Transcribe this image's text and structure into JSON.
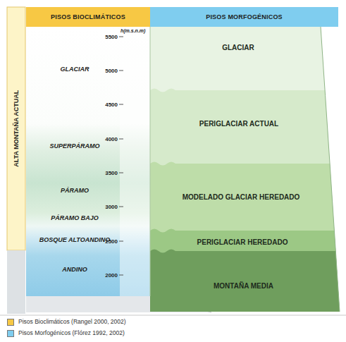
{
  "diagram": {
    "nodes": [
      {
        "text": [
          "PISOS BIOCLIMÁTICOS"
        ]
      },
      {
        "text": [
          "PISOS MORFOGÉNICOS"
        ]
      },
      {
        "text": [
          "ALTA MONTAÑA ACTUAL"
        ]
      },
      {
        "text": [
          "GLACIAR"
        ]
      },
      {
        "text": [
          "SUPERPÁRAMO"
        ]
      },
      {
        "text": [
          "PÁRAMO"
        ]
      },
      {
        "text": [
          "PÁRAMO BAJO"
        ]
      },
      {
        "text": [
          "BOSQUE ALTOANDINO"
        ]
      },
      {
        "text": [
          "ANDINO"
        ]
      },
      {
        "text": [
          "GLACIAR"
        ]
      },
      {
        "text": [
          "PERIGLACIAR ACTUAL"
        ]
      },
      {
        "text": [
          "MODELADO GLACIAR HEREDADO"
        ]
      },
      {
        "text": [
          "PERIGLACIAR HEREDADO"
        ]
      },
      {
        "text": [
          "MONTAÑA MEDIA"
        ]
      }
    ],
    "labels": [
      "h(m.s.n.m)",
      "5500",
      "5000",
      "4500",
      "4000",
      "3500",
      "3000",
      "2500",
      "2000"
    ],
    "legend": [
      {
        "text": "Pisos Bioclimáticos (Rangel 2000, 2002)",
        "color": "#f7c844"
      },
      {
        "text": "Pisos Morfogénicos (Flórez 1992, 2002)",
        "color": "#7fcdef"
      }
    ]
  }
}
